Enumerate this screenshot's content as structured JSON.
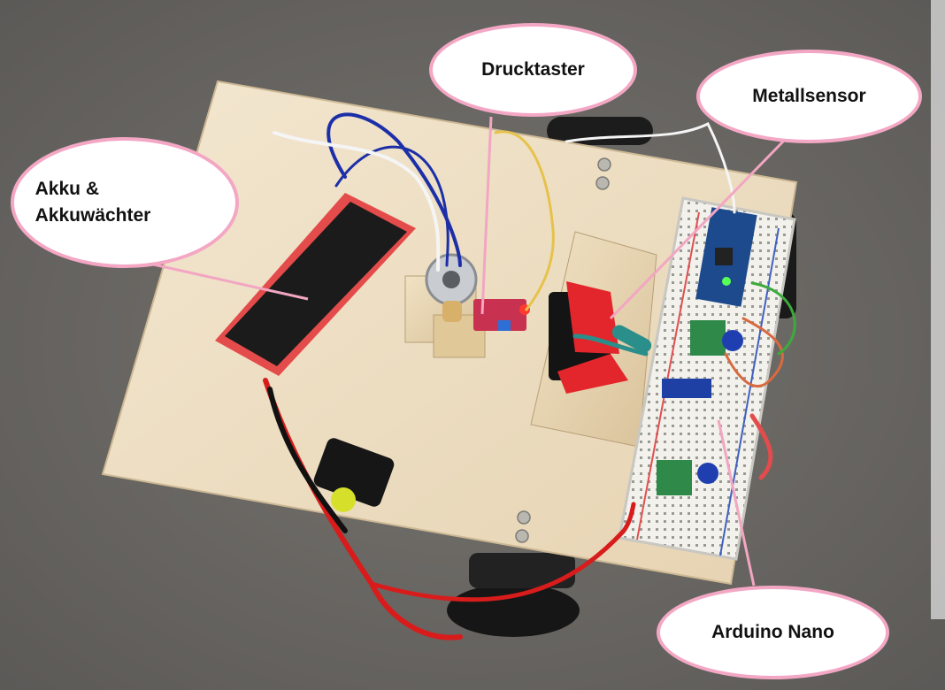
{
  "callouts": {
    "akku_line1": "Akku &",
    "akku_line2": "Akkuwächter",
    "drucktaster": "Drucktaster",
    "metallsensor": "Metallsensor",
    "arduino_nano": "Arduino Nano"
  },
  "colors": {
    "callout_border": "#f4a7c4",
    "leader_line": "#f2a6c2",
    "carpet": "#6c6a68",
    "board": "#ecdcc0",
    "breadboard": "#efeeea",
    "nano_board": "#1d4a8c",
    "wire_red": "#d81c1c"
  }
}
